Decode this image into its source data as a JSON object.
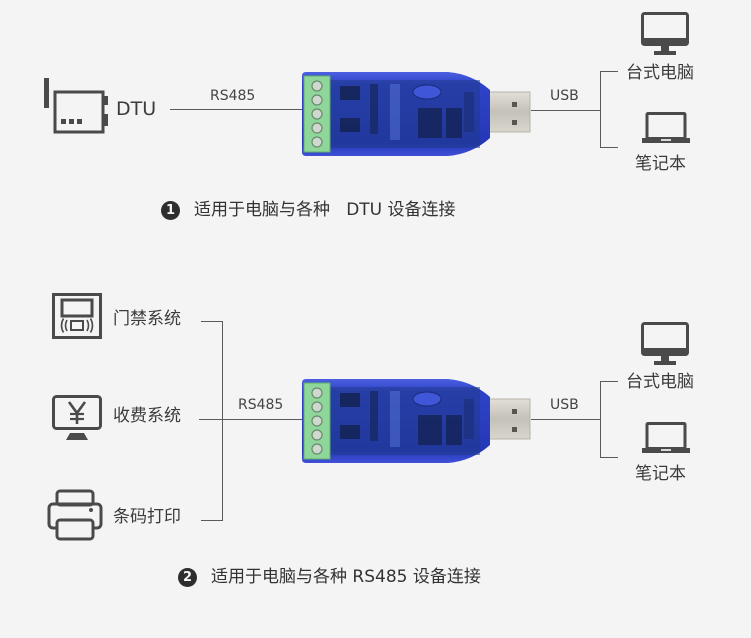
{
  "colors": {
    "background": "#f4f4f4",
    "icon": "#4a4a4a",
    "line": "#5a5a5a",
    "adapter_blue": "#2f43c8",
    "terminal_green": "#8fd69a",
    "usb_metal": "#c9c6bd"
  },
  "section1": {
    "source": {
      "icon": "dtu-icon",
      "label": "DTU"
    },
    "link_left": "RS485",
    "adapter": {
      "icon": "usb-rs485-adapter"
    },
    "link_right": "USB",
    "targets": [
      {
        "icon": "desktop-monitor-icon",
        "label": "台式电脑"
      },
      {
        "icon": "laptop-icon",
        "label": "笔记本"
      }
    ],
    "caption": {
      "number": "1",
      "text": "适用于电脑与各种   DTU 设备连接"
    }
  },
  "section2": {
    "sources": [
      {
        "icon": "access-control-icon",
        "label": "门禁系统"
      },
      {
        "icon": "cashier-yen-monitor-icon",
        "label": "收费系统"
      },
      {
        "icon": "printer-icon",
        "label": "条码打印"
      }
    ],
    "link_left": "RS485",
    "adapter": {
      "icon": "usb-rs485-adapter"
    },
    "link_right": "USB",
    "targets": [
      {
        "icon": "desktop-monitor-icon",
        "label": "台式电脑"
      },
      {
        "icon": "laptop-icon",
        "label": "笔记本"
      }
    ],
    "caption": {
      "number": "2",
      "text": "适用于电脑与各种 RS485 设备连接"
    }
  }
}
